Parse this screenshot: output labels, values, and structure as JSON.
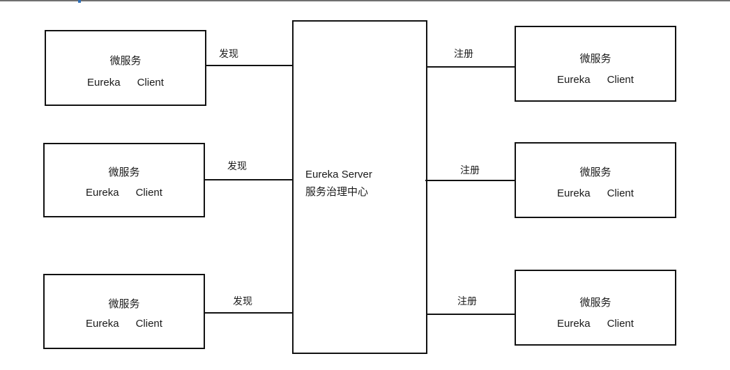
{
  "server": {
    "title": "Eureka Server",
    "subtitle": "服务治理中心"
  },
  "discover_clients": [
    {
      "title": "微服务",
      "name_part1": "Eureka",
      "name_part2": "Client",
      "edge_label": "发现"
    },
    {
      "title": "微服务",
      "name_part1": "Eureka",
      "name_part2": "Client",
      "edge_label": "发现"
    },
    {
      "title": "微服务",
      "name_part1": "Eureka",
      "name_part2": "Client",
      "edge_label": "发现"
    }
  ],
  "register_clients": [
    {
      "title": "微服务",
      "name_part1": "Eureka",
      "name_part2": "Client",
      "edge_label": "注册"
    },
    {
      "title": "微服务",
      "name_part1": "Eureka",
      "name_part2": "Client",
      "edge_label": "注册"
    },
    {
      "title": "微服务",
      "name_part1": "Eureka",
      "name_part2": "Client",
      "edge_label": "注册"
    }
  ]
}
